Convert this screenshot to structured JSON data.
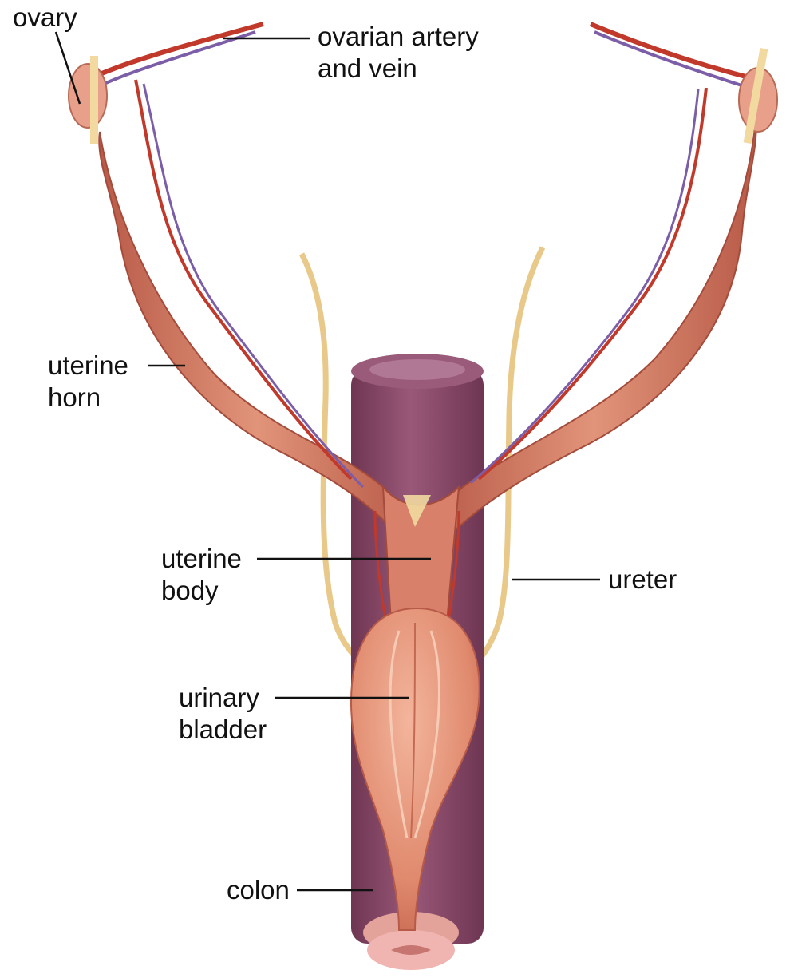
{
  "labels": {
    "ovary": "ovary",
    "ovarian_vessels_line1": "ovarian artery",
    "ovarian_vessels_line2": "and vein",
    "uterine_horn_line1": "uterine",
    "uterine_horn_line2": "horn",
    "uterine_body_line1": "uterine",
    "uterine_body_line2": "body",
    "ureter": "ureter",
    "urinary_bladder_line1": "urinary",
    "urinary_bladder_line2": "bladder",
    "colon": "colon"
  },
  "colors": {
    "background": "#ffffff",
    "uterus": "#d9806a",
    "uterus_dark": "#b85a48",
    "colon": "#8a4a68",
    "colon_dark": "#6e3652",
    "artery": "#c0392b",
    "vein": "#7b5ea7",
    "ureter": "#f1d9a0",
    "ovary": "#e8a08a",
    "bladder": "#e79a7f",
    "text": "#111111"
  }
}
